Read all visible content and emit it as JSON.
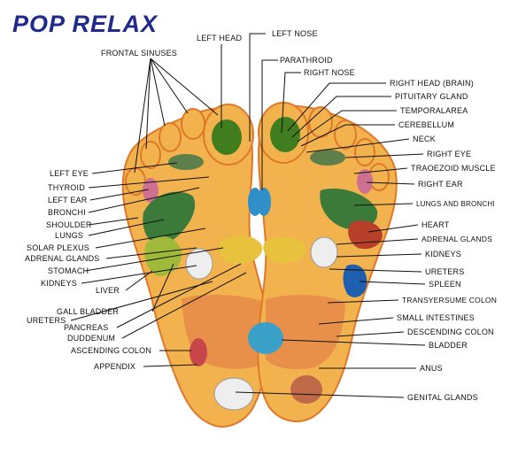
{
  "brand": {
    "text": "POP RELAX",
    "color": "#1f2a8c"
  },
  "colors": {
    "foot_fill": "#f2b24e",
    "foot_edge": "#e0782a",
    "leader": "#111111",
    "brain": "#3f7d1e",
    "lung": "#3c7a3a",
    "kidney": "#eeeeee",
    "pancreas": "#e8c23c",
    "intestine": "#e8904a",
    "bladder": "#3aa0c8",
    "spleen": "#1f5fb0",
    "heart": "#b8402a",
    "liver": "#9fb93a"
  },
  "labels": {
    "frontal_sinuses": "FRONTAL SINUSES",
    "left_head": "LEFT HEAD",
    "left_nose": "LEFT NOSE",
    "parathroid": "PARATHROID",
    "right_nose": "RIGHT NOSE",
    "right_head_brain": "RIGHT HEAD (BRAIN)",
    "pituitary_gland": "PITUITARY GLAND",
    "temporal_area": "TEMPORALAREA",
    "cerebellum": "CEREBELLUM",
    "neck": "NECK",
    "right_eye": "RIGHT EYE",
    "traoezoid_muscle": "TRAOEZOID MUSCLE",
    "right_ear": "RIGHT EAR",
    "lungs_and_bronchi": "LUNGS AND BRONCHI",
    "heart": "HEART",
    "adrenal_glands_right": "ADRENAL GLANDS",
    "kidneys_right": "KIDNEYS",
    "ureters_right": "URETERS",
    "spleen": "SPLEEN",
    "transverse_colon": "TRANSYERSUME COLON",
    "small_intestines": "SMALL  INTESTINES",
    "descending_colon": "DESCENDING COLON",
    "bladder": "BLADDER",
    "anus": "ANUS",
    "genital_glands": "GENITAL GLANDS",
    "left_eye": "LEFT EYE",
    "thyroid": "THYROID",
    "left_ear": "LEFT EAR",
    "bronchi": "BRONCHI",
    "shoulder": "SHOULDER",
    "lungs": "LUNGS",
    "solar_plexus": "SOLAR PLEXUS",
    "adrenal_glands_left": "ADRENAL GLANDS",
    "stomach": "STOMACH",
    "kidneys_left": "KIDNEYS",
    "liver": "LIVER",
    "gall_bladder": "GALL BLADDER",
    "ureters_left": "URETERS",
    "pancreas": "PANCREAS",
    "duodenum": "DUDDENUM",
    "ascending_colon": "ASCENDING COLON",
    "appendix": "APPENDIX"
  }
}
